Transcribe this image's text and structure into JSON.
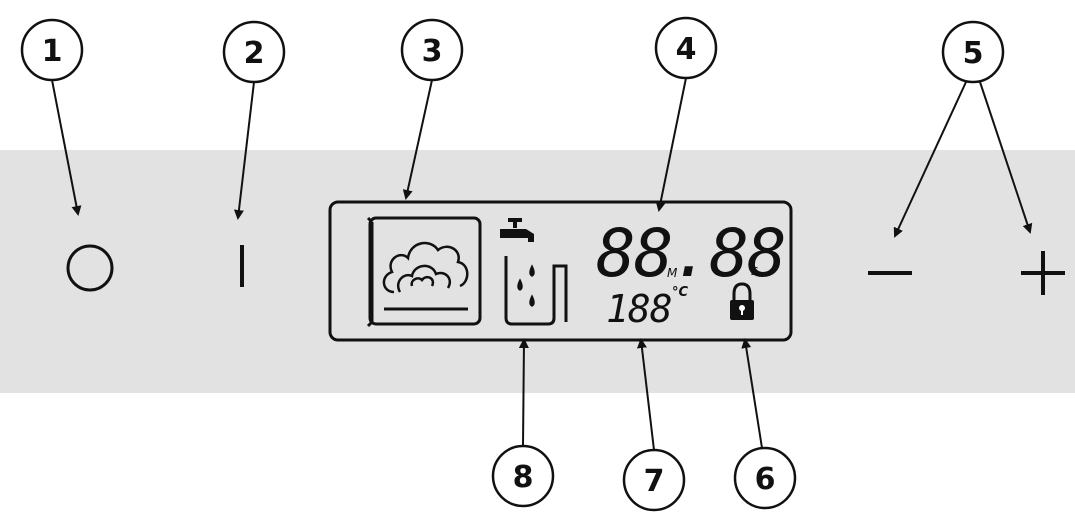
{
  "diagram": {
    "callouts": [
      "1",
      "2",
      "3",
      "4",
      "5",
      "6",
      "7",
      "8"
    ],
    "display": {
      "timer_digits": "88.88",
      "minutes_unit": "M",
      "seconds_unit": "S",
      "temperature_digits": "188",
      "temperature_unit": "°C"
    },
    "controls": {
      "off_symbol": "○",
      "on_symbol": "|",
      "minus_symbol": "−",
      "plus_symbol": "+"
    },
    "icons": {
      "steam": "steam-oven-icon",
      "water_tank": "water-tank-icon",
      "lock": "lock-icon"
    },
    "colors": {
      "panel": "#e2e2e2",
      "line": "#111111",
      "background": "#ffffff"
    }
  }
}
